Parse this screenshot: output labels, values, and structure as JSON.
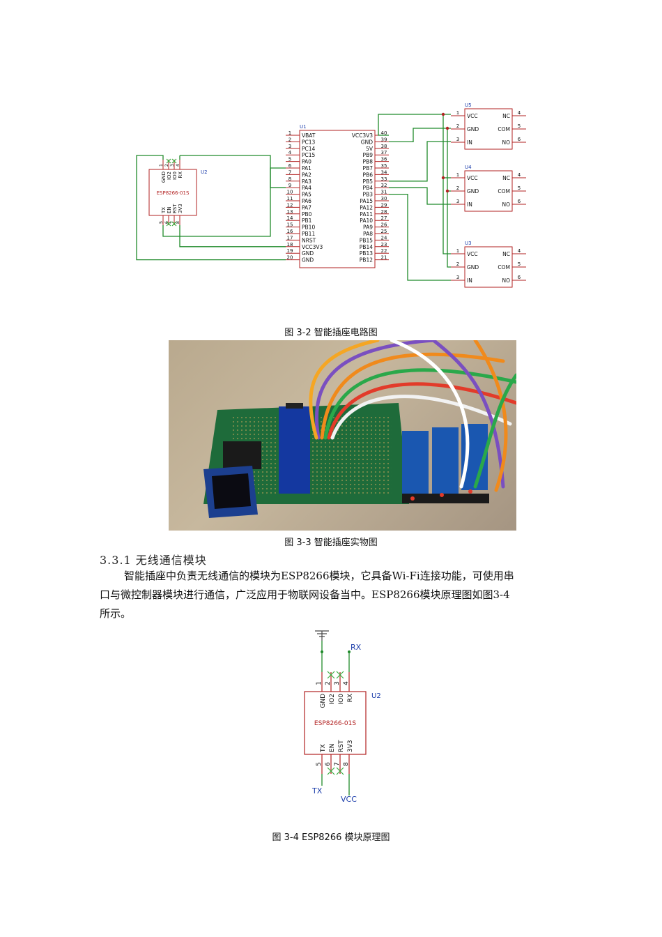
{
  "figure_3_2": {
    "caption": "图 3-2 智能插座电路图",
    "u1": {
      "ref": "U1",
      "left_pins": [
        "VBAT",
        "PC13",
        "PC14",
        "PC15",
        "PA0",
        "PA1",
        "PA2",
        "PA3",
        "PA4",
        "PA5",
        "PA6",
        "PA7",
        "PB0",
        "PB1",
        "PB10",
        "PB11",
        "NRST",
        "VCC3V3",
        "GND",
        "GND"
      ],
      "right_pins": [
        "VCC3V3",
        "GND",
        "5V",
        "PB9",
        "PB8",
        "PB7",
        "PB6",
        "PB5",
        "PB4",
        "PB3",
        "PA15",
        "PA12",
        "PA11",
        "PA10",
        "PA9",
        "PA8",
        "PB15",
        "PB14",
        "PB13",
        "PB12"
      ],
      "left_numbers": [
        "1",
        "2",
        "3",
        "4",
        "5",
        "6",
        "7",
        "8",
        "9",
        "10",
        "11",
        "12",
        "13",
        "14",
        "15",
        "16",
        "17",
        "18",
        "19",
        "20"
      ],
      "right_numbers": [
        "40",
        "39",
        "38",
        "37",
        "36",
        "35",
        "34",
        "33",
        "32",
        "31",
        "30",
        "29",
        "28",
        "27",
        "26",
        "25",
        "24",
        "23",
        "22",
        "21"
      ]
    },
    "esp": {
      "ref": "U2",
      "name": "ESP8266-01S",
      "top_pins": [
        "GND",
        "IO2",
        "IO0",
        "RX"
      ],
      "top_numbers": [
        "1",
        "2",
        "3",
        "4"
      ],
      "bottom_pins": [
        "TX",
        "EN",
        "RST",
        "3V3"
      ],
      "bottom_numbers": [
        "5",
        "6",
        "7",
        "8"
      ]
    },
    "relays": [
      {
        "ref": "U5",
        "left": [
          "VCC",
          "GND",
          "IN"
        ],
        "right": [
          "NC",
          "COM",
          "NO"
        ],
        "left_numbers": [
          "1",
          "2",
          "3"
        ],
        "right_numbers": [
          "4",
          "5",
          "6"
        ]
      },
      {
        "ref": "U4",
        "left": [
          "VCC",
          "GND",
          "IN"
        ],
        "right": [
          "NC",
          "COM",
          "NO"
        ],
        "left_numbers": [
          "1",
          "2",
          "3"
        ],
        "right_numbers": [
          "4",
          "5",
          "6"
        ]
      },
      {
        "ref": "U3",
        "left": [
          "VCC",
          "GND",
          "IN"
        ],
        "right": [
          "NC",
          "COM",
          "NO"
        ],
        "left_numbers": [
          "1",
          "2",
          "3"
        ],
        "right_numbers": [
          "4",
          "5",
          "6"
        ]
      }
    ]
  },
  "figure_3_3": {
    "caption": "图 3-3 智能插座实物图"
  },
  "section": {
    "heading": "3.3.1 无线通信模块",
    "paragraph_line1": "智能插座中负责无线通信的模块为ESP8266模块，它具备Wi-Fi连接功能，可使用串",
    "paragraph_line2": "口与微控制器模块进行通信，广泛应用于物联网设备当中。ESP8266模块原理图如图3-4",
    "paragraph_line3": "所示。"
  },
  "figure_3_4": {
    "caption": "图 3-4 ESP8266 模块原理图",
    "ref": "U2",
    "name": "ESP8266-01S",
    "top_pins": [
      "GND",
      "IO2",
      "IO0",
      "RX"
    ],
    "top_numbers": [
      "1",
      "2",
      "3",
      "4"
    ],
    "bottom_pins": [
      "TX",
      "EN",
      "RST",
      "3V3"
    ],
    "bottom_numbers": [
      "5",
      "6",
      "7",
      "8"
    ],
    "net_rx": "RX",
    "net_tx": "TX",
    "net_vcc": "VCC"
  },
  "colors": {
    "wire": "#1f8a2a",
    "chip_outline": "#b22222",
    "label_blue": "#1a3caa",
    "noconnect": "#3cb043"
  }
}
